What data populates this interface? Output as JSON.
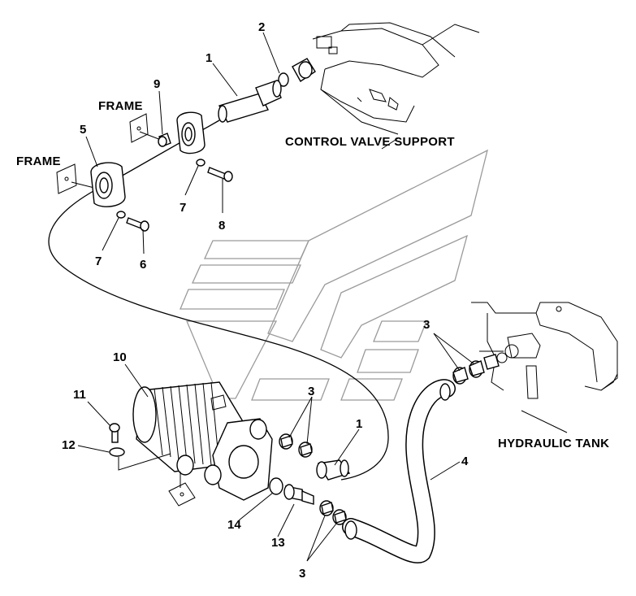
{
  "labels": {
    "frame_upper": "FRAME",
    "frame_left": "FRAME",
    "control_valve_support": "CONTROL VALVE SUPPORT",
    "hydraulic_tank": "HYDRAULIC TANK"
  },
  "callouts": {
    "c1_top": "1",
    "c2": "2",
    "c9": "9",
    "c5": "5",
    "c7_upper": "7",
    "c8": "8",
    "c7_lower": "7",
    "c6": "6",
    "c10": "10",
    "c11": "11",
    "c12": "12",
    "c3_top": "3",
    "c3_mid": "3",
    "c1_low": "1",
    "c4": "4",
    "c14": "14",
    "c13": "13",
    "c3_bottom": "3"
  }
}
